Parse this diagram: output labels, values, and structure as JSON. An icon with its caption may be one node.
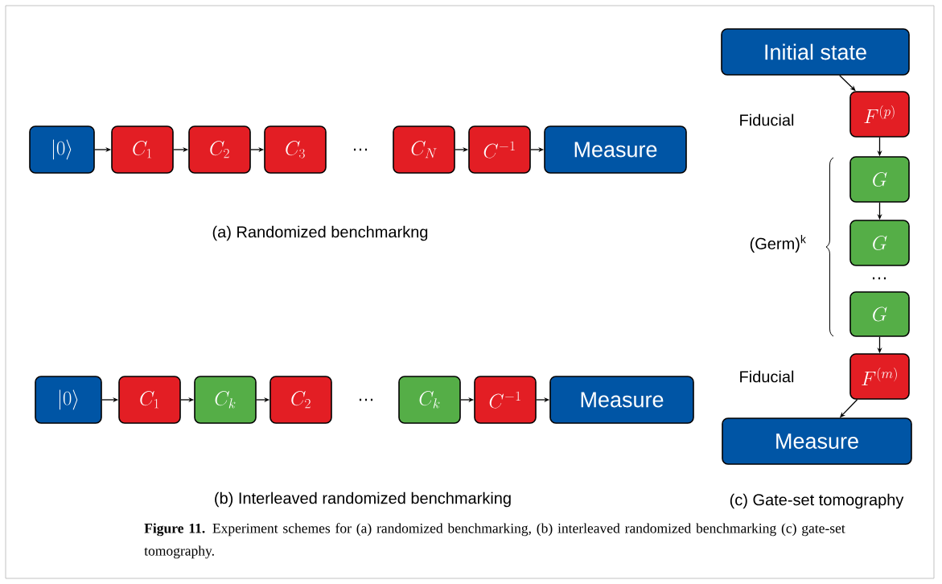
{
  "diagram": {
    "caption": "**Figure 11.** Experiment schemes for (a) randomized benchmarking, (b) interleaved randomized benchmarking (c) gate-set tomography.",
    "nodes": [
      {
        "text": [
          "|0\\rangle"
        ]
      },
      {
        "text": [
          "C_1"
        ]
      },
      {
        "text": [
          "C_2"
        ]
      },
      {
        "text": [
          "C_3"
        ]
      },
      {
        "text": [
          "C_N"
        ]
      },
      {
        "text": [
          "C^{-1}"
        ]
      },
      {
        "text": [
          "Measure"
        ]
      },
      {
        "text": [
          "|0\\rangle"
        ]
      },
      {
        "text": [
          "C_1"
        ]
      },
      {
        "text": [
          "C_k"
        ]
      },
      {
        "text": [
          "C_2"
        ]
      },
      {
        "text": [
          "C_k"
        ]
      },
      {
        "text": [
          "C^{-1}"
        ]
      },
      {
        "text": [
          "Measure"
        ]
      },
      {
        "text": [
          "Initial state"
        ]
      },
      {
        "text": [
          "F^{(p)}"
        ],
        "beside": [
          "Fiducial"
        ]
      },
      {
        "text": [
          "G"
        ]
      },
      {
        "text": [
          "G"
        ]
      },
      {
        "text": [
          "G"
        ]
      },
      {
        "text": [
          "F^{(m)}"
        ],
        "beside": [
          "Fiducial"
        ]
      },
      {
        "text": [
          "Measure"
        ]
      }
    ],
    "edges": [
      {
        "from": 0,
        "to": 1,
        "arrow": "to"
      },
      {
        "from": 1,
        "to": 2,
        "arrow": "to"
      },
      {
        "from": 2,
        "to": 3,
        "arrow": "to"
      },
      {
        "from": 4,
        "to": 5,
        "arrow": "to"
      },
      {
        "from": 5,
        "to": 6,
        "arrow": "to"
      },
      {
        "from": 7,
        "to": 8,
        "arrow": "to"
      },
      {
        "from": 8,
        "to": 9,
        "arrow": "to"
      },
      {
        "from": 9,
        "to": 10,
        "arrow": "to"
      },
      {
        "from": 11,
        "to": 12,
        "arrow": "to"
      },
      {
        "from": 12,
        "to": 13,
        "arrow": "to"
      },
      {
        "from": 14,
        "to": 15,
        "arrow": "to"
      },
      {
        "from": 15,
        "to": 16,
        "arrow": "to"
      },
      {
        "from": 16,
        "to": 17,
        "arrow": "to"
      },
      {
        "from": 18,
        "to": 19,
        "arrow": "to"
      },
      {
        "from": 19,
        "to": 20,
        "arrow": "to"
      }
    ],
    "labels": [
      "…",
      "(a) Randomized benchmarkng",
      "…",
      "(b) Interleaved randomized benchmarking",
      "(Germ)$^{k}$",
      "…",
      "(c) Gate-set tomography"
    ]
  }
}
